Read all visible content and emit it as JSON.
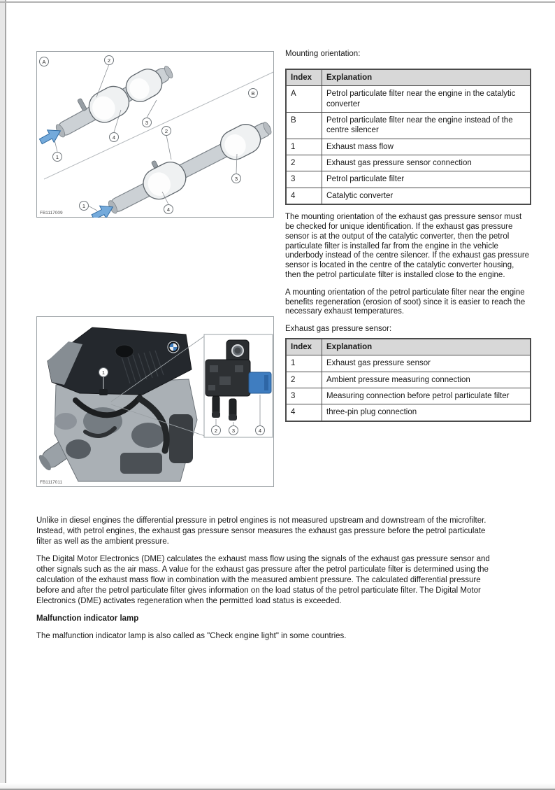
{
  "figure1": {
    "id_label": "FB1117009",
    "callouts": {
      "a": "A",
      "b": "B",
      "n1": "1",
      "n2": "2",
      "n3": "3",
      "n4": "4"
    }
  },
  "right_column": {
    "mounting_intro": "Mounting orientation:",
    "table1": {
      "headers": {
        "index": "Index",
        "explanation": "Explanation"
      },
      "rows": [
        {
          "index": "A",
          "explanation": "Petrol particulate filter near the engine in the catalytic converter"
        },
        {
          "index": "B",
          "explanation": "Petrol particulate filter near the engine instead of the centre silencer"
        },
        {
          "index": "1",
          "explanation": "Exhaust mass flow"
        },
        {
          "index": "2",
          "explanation": "Exhaust gas pressure sensor connection"
        },
        {
          "index": "3",
          "explanation": "Petrol particulate filter"
        },
        {
          "index": "4",
          "explanation": "Catalytic converter"
        }
      ]
    },
    "para_mounting": "The mounting orientation of the exhaust gas pressure sensor must be checked for unique identification. If the exhaust gas pressure sensor is at the output of the catalytic converter, then the petrol particulate filter is installed far from the engine in the vehicle underbody instead of the centre silencer. If the exhaust gas pressure sensor is located in the centre of the catalytic converter housing, then the petrol particulate filter is installed close to the engine.",
    "para_regeneration": "A mounting orientation of the petrol particulate filter near the engine benefits regeneration (erosion of soot) since it is easier to reach the necessary exhaust temperatures.",
    "sensor_intro": "Exhaust gas pressure sensor:",
    "table2": {
      "headers": {
        "index": "Index",
        "explanation": "Explanation"
      },
      "rows": [
        {
          "index": "1",
          "explanation": "Exhaust gas pressure sensor"
        },
        {
          "index": "2",
          "explanation": "Ambient pressure measuring connection"
        },
        {
          "index": "3",
          "explanation": "Measuring connection before petrol particulate filter"
        },
        {
          "index": "4",
          "explanation": "three-pin plug connection"
        }
      ]
    }
  },
  "figure2": {
    "id_label": "FB1117011",
    "callouts": {
      "n1": "1",
      "n2": "2",
      "n3": "3",
      "n4": "4"
    }
  },
  "bottom_section": {
    "para_diesel": "Unlike in diesel engines the differential pressure in petrol engines is not measured upstream and downstream of the microfilter. Instead, with petrol engines, the exhaust gas pressure sensor measures the exhaust gas pressure before the petrol particulate filter as well as the ambient pressure.",
    "para_dme": "The Digital Motor Electronics (DME) calculates the exhaust mass flow using the signals of the exhaust gas pressure sensor and other signals such as the air mass. A value for the exhaust gas pressure after the petrol particulate filter is determined using the calculation of the exhaust mass flow in combination with the measured ambient pressure. The calculated differential pressure before and after the petrol particulate filter gives information on the load status of the petrol particulate filter. The Digital Motor Electronics (DME) activates regeneration when the permitted load status is exceeded.",
    "heading_mil": "Malfunction indicator lamp",
    "para_mil": "The malfunction indicator lamp is also called as \"Check engine light\" in some countries."
  },
  "colors": {
    "accent_blue": "#74aadb",
    "table_header_bg": "#d8d8d8"
  }
}
